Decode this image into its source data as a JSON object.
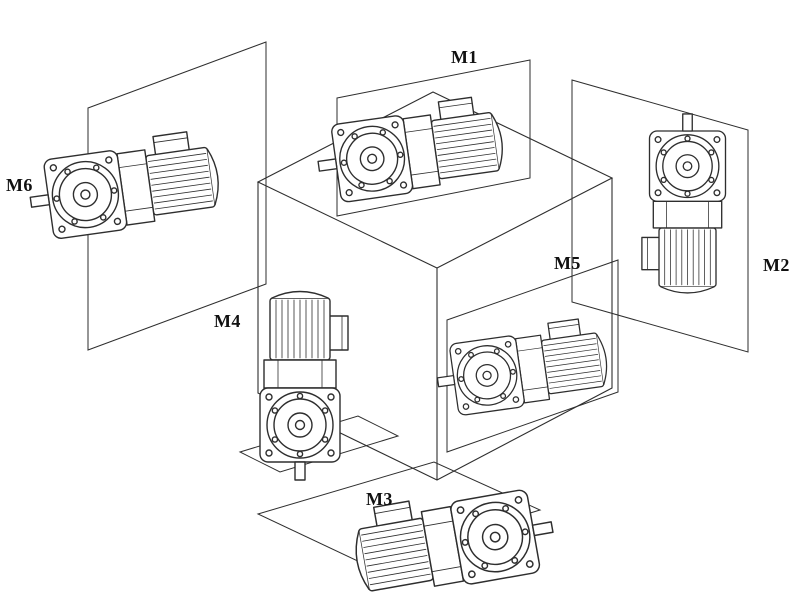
{
  "figure": {
    "colors": {
      "background": "#ffffff",
      "line": "#2e2e2e",
      "label": "#111111"
    },
    "labels": [
      {
        "id": "m1",
        "text": "M1"
      },
      {
        "id": "m2",
        "text": "M2"
      },
      {
        "id": "m3",
        "text": "M3"
      },
      {
        "id": "m4",
        "text": "M4"
      },
      {
        "id": "m5",
        "text": "M5"
      },
      {
        "id": "m6",
        "text": "M6"
      }
    ]
  }
}
